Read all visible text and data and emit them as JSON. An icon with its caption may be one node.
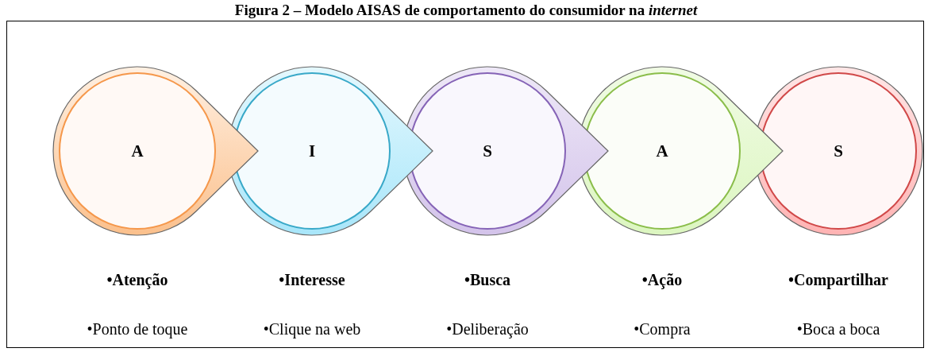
{
  "diagram": {
    "title": "Figura 2 – Modelo AISAS de comportamento do consumidor na *internet*",
    "nodes": [
      {
        "text": [
          "A"
        ],
        "beside": [
          "•Atenção",
          "•Ponto de toque"
        ]
      },
      {
        "text": [
          "I"
        ],
        "beside": [
          "•Interesse",
          "•Clique na web"
        ]
      },
      {
        "text": [
          "S"
        ],
        "beside": [
          "•Busca",
          "•Deliberação"
        ]
      },
      {
        "text": [
          "A"
        ],
        "beside": [
          "•Ação",
          "•Compra"
        ]
      },
      {
        "text": [
          "S"
        ],
        "beside": [
          "•Compartilhar",
          "•Boca a boca"
        ]
      }
    ]
  }
}
